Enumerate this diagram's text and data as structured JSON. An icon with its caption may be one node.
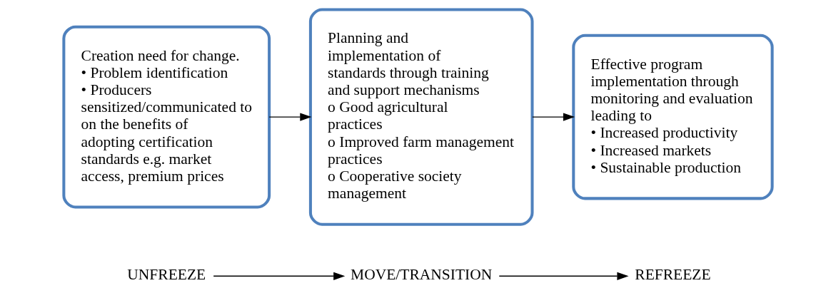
{
  "diagram": {
    "nodes": [
      {
        "text": [
          "UNFREEZE"
        ]
      },
      {
        "text": [
          "MOVE/TRANSITION"
        ]
      },
      {
        "text": [
          "REFREEZE"
        ]
      },
      {
        "text": [
          "Creation need for change.",
          "• Problem identification",
          "• Producers sensitized/communicated to on the benefits of adopting certification standards e.g. market access, premium prices"
        ]
      },
      {
        "text": [
          "Planning and implementation of standards through training and support mechanisms",
          "o Good agricultural practices",
          "o Improved farm management practices",
          "o Cooperative society management"
        ]
      },
      {
        "text": [
          "Effective program implementation through monitoring and evaluation leading to",
          "• Increased productivity",
          "• Increased markets",
          "• Sustainable production"
        ]
      }
    ],
    "edges": [
      {
        "from": 0,
        "to": 1,
        "arrow": "to"
      },
      {
        "from": 1,
        "to": 2,
        "arrow": "to"
      },
      {
        "from": 3,
        "to": 4,
        "arrow": "to"
      },
      {
        "from": 4,
        "to": 5,
        "arrow": "to"
      }
    ]
  }
}
